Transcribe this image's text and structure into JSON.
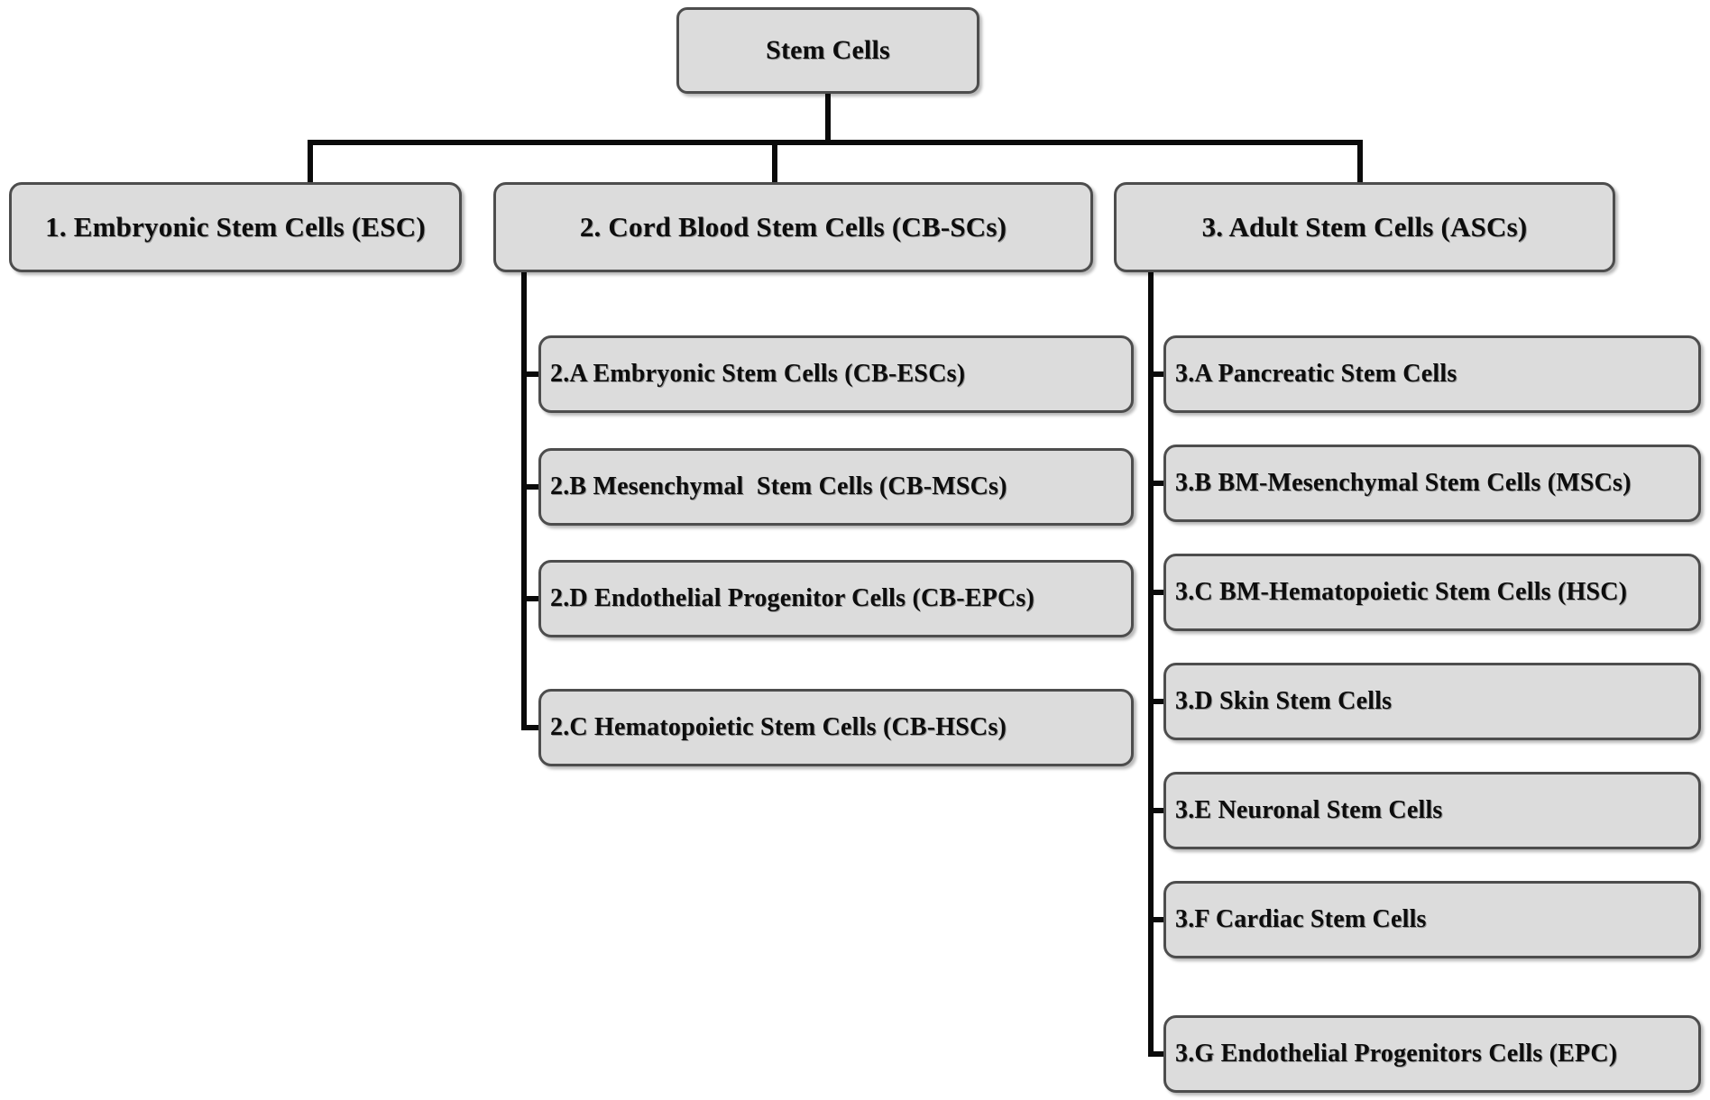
{
  "diagram": {
    "title": "Stem Cells classification hierarchy",
    "type": "tree",
    "colors": {
      "node_fill": "#dcdcdc",
      "node_border": "#4d4d4d",
      "connector": "#0a0a0a",
      "text": "#0d0d0d",
      "background": "#ffffff"
    },
    "root": {
      "id": "stem-cells",
      "label": "Stem Cells"
    },
    "level2": [
      {
        "id": "esc",
        "label": "1. Embryonic Stem Cells (ESC)"
      },
      {
        "id": "cbsc",
        "label": "2. Cord Blood Stem Cells (CB-SCs)"
      },
      {
        "id": "asc",
        "label": "3. Adult Stem Cells (ASCs)"
      }
    ],
    "cbsc_children": [
      {
        "id": "cb-esc",
        "label": "2.A Embryonic Stem Cells (CB-ESCs)"
      },
      {
        "id": "cb-msc",
        "label": "2.B Mesenchymal  Stem Cells (CB-MSCs)"
      },
      {
        "id": "cb-epc",
        "label": "2.D Endothelial Progenitor Cells (CB-EPCs)"
      },
      {
        "id": "cb-hsc",
        "label": "2.C Hematopoietic Stem Cells (CB-HSCs)"
      }
    ],
    "asc_children": [
      {
        "id": "asc-pancreatic",
        "label": "3.A Pancreatic Stem Cells"
      },
      {
        "id": "asc-bm-msc",
        "label": "3.B BM-Mesenchymal Stem Cells (MSCs)"
      },
      {
        "id": "asc-bm-hsc",
        "label": "3.C BM-Hematopoietic Stem Cells (HSC)"
      },
      {
        "id": "asc-skin",
        "label": "3.D Skin Stem Cells"
      },
      {
        "id": "asc-neuronal",
        "label": "3.E Neuronal Stem Cells"
      },
      {
        "id": "asc-cardiac",
        "label": "3.F Cardiac Stem Cells"
      },
      {
        "id": "asc-epc",
        "label": "3.G Endothelial Progenitors Cells (EPC)"
      }
    ]
  }
}
